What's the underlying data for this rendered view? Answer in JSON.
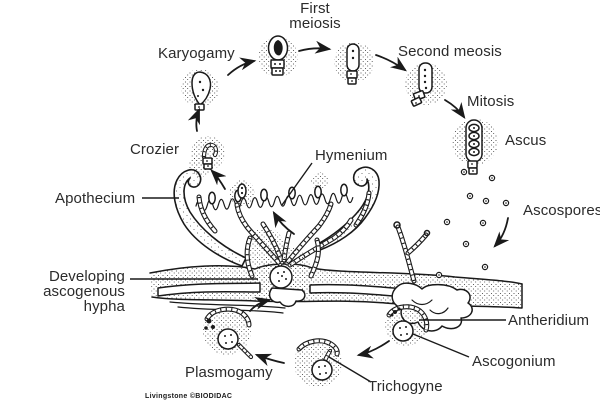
{
  "figure": {
    "labels": {
      "first_meiosis": "First\nmeiosis",
      "karyogamy": "Karyogamy",
      "second_meiosis": "Second meosis",
      "mitosis": "Mitosis",
      "ascus": "Ascus",
      "ascospores": "Ascospores",
      "crozier": "Crozier",
      "hymenium": "Hymenium",
      "apothecium": "Apothecium",
      "developing_ascogenous_hypha": "Developing\nascogenous hypha",
      "antheridium": "Antheridium",
      "ascogonium": "Ascogonium",
      "plasmogamy": "Plasmogamy",
      "trichogyne": "Trichogyne"
    },
    "credit": "Livingstone ©BIODIDAC",
    "colors": {
      "ink": "#1a1a1a",
      "text": "#2b2b2b",
      "background": "#ffffff"
    }
  }
}
